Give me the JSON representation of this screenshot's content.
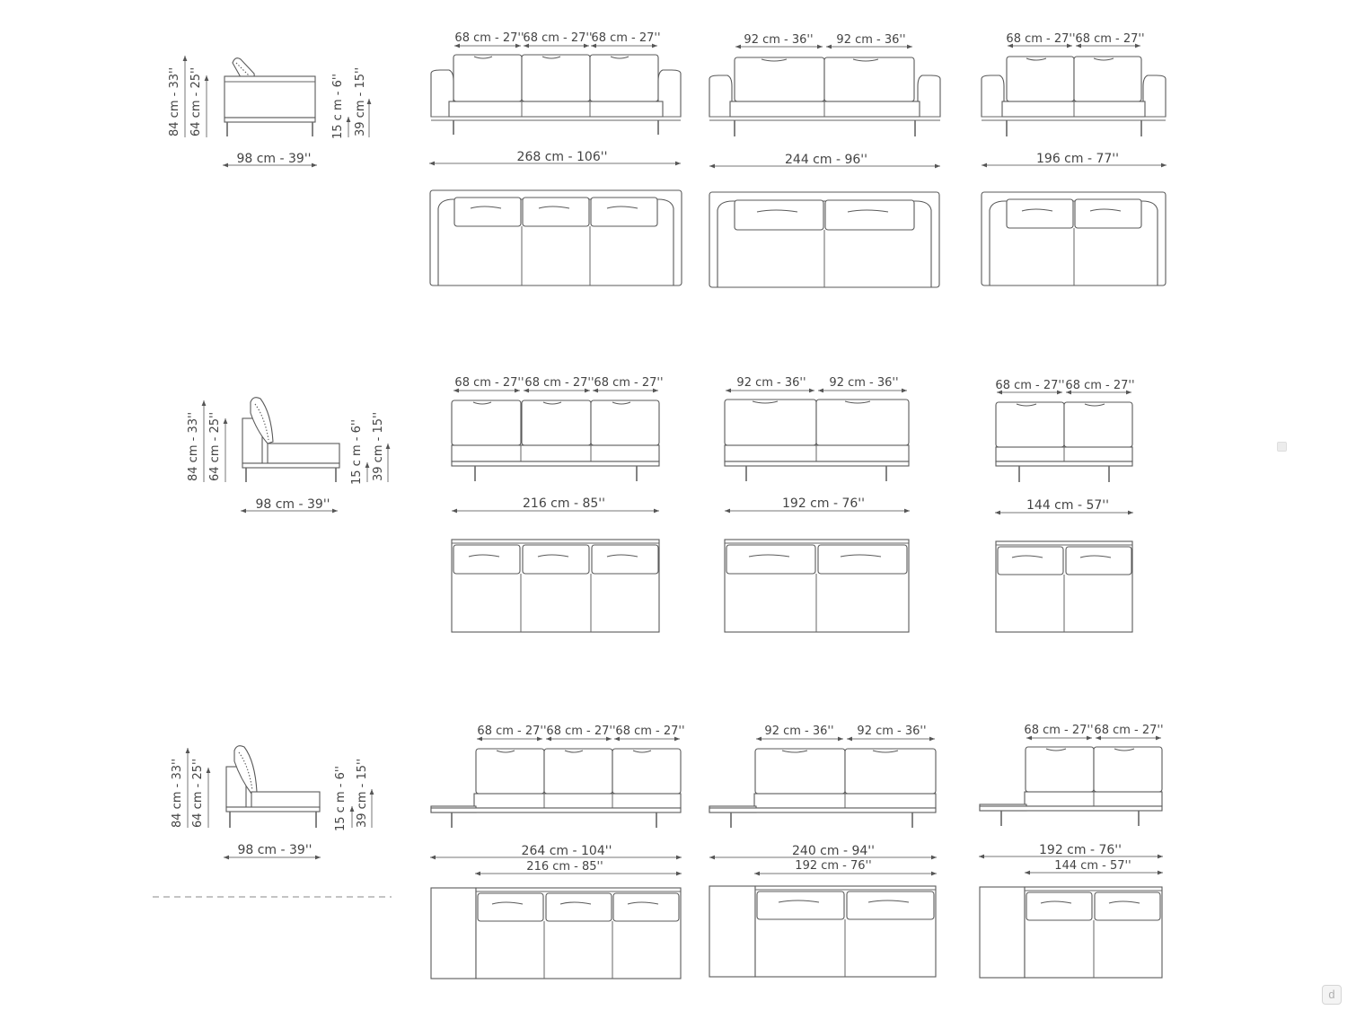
{
  "rows": [
    {
      "id": "armrest-sofas",
      "side": {
        "height_total": "84 cm - 33''",
        "height_arm": "64 cm - 25''",
        "leg_height": "15 c m - 6''",
        "seat_height": "39 cm - 15''",
        "depth": "98 cm - 39''"
      },
      "sofas": [
        {
          "id": "3-seater",
          "cushions": [
            "68 cm - 27''",
            "68 cm - 27''",
            "68 cm - 27''"
          ],
          "width": "268 cm - 106''"
        },
        {
          "id": "2-seater-large",
          "cushions": [
            "92 cm - 36''",
            "92 cm - 36''"
          ],
          "width": "244 cm - 96''"
        },
        {
          "id": "2-seater",
          "cushions": [
            "68 cm - 27''",
            "68 cm - 27''"
          ],
          "width": "196 cm - 77''"
        }
      ]
    },
    {
      "id": "armless-sofas",
      "side": {
        "height_total": "84 cm - 33''",
        "height_arm": "64 cm - 25''",
        "leg_height": "15 c m - 6''",
        "seat_height": "39 cm - 15''",
        "depth": "98 cm - 39''"
      },
      "sofas": [
        {
          "id": "3-seater",
          "cushions": [
            "68 cm - 27''",
            "68 cm - 27''",
            "68 cm - 27''"
          ],
          "width": "216 cm - 85''"
        },
        {
          "id": "2-seater-large",
          "cushions": [
            "92 cm - 36''",
            "92 cm - 36''"
          ],
          "width": "192 cm - 76''"
        },
        {
          "id": "2-seater",
          "cushions": [
            "68 cm - 27''",
            "68 cm - 27''"
          ],
          "width": "144 cm - 57''"
        }
      ]
    },
    {
      "id": "sofas-with-side-table",
      "side": {
        "height_total": "84 cm - 33''",
        "height_arm": "64 cm - 25''",
        "leg_height": "15 c m - 6''",
        "seat_height": "39 cm - 15''",
        "depth": "98 cm - 39''"
      },
      "sofas": [
        {
          "id": "3-seater",
          "cushions": [
            "68 cm - 27''",
            "68 cm - 27''",
            "68 cm - 27''"
          ],
          "width": "264 cm - 104''",
          "seat_width": "216 cm - 85''"
        },
        {
          "id": "2-seater-large",
          "cushions": [
            "92 cm - 36''",
            "92 cm - 36''"
          ],
          "width": "240 cm - 94''",
          "seat_width": "192 cm - 76''"
        },
        {
          "id": "2-seater",
          "cushions": [
            "68 cm - 27''",
            "68 cm - 27''"
          ],
          "width": "192 cm - 76''",
          "seat_width": "144 cm - 57''"
        }
      ]
    }
  ],
  "watermark_text": "d"
}
